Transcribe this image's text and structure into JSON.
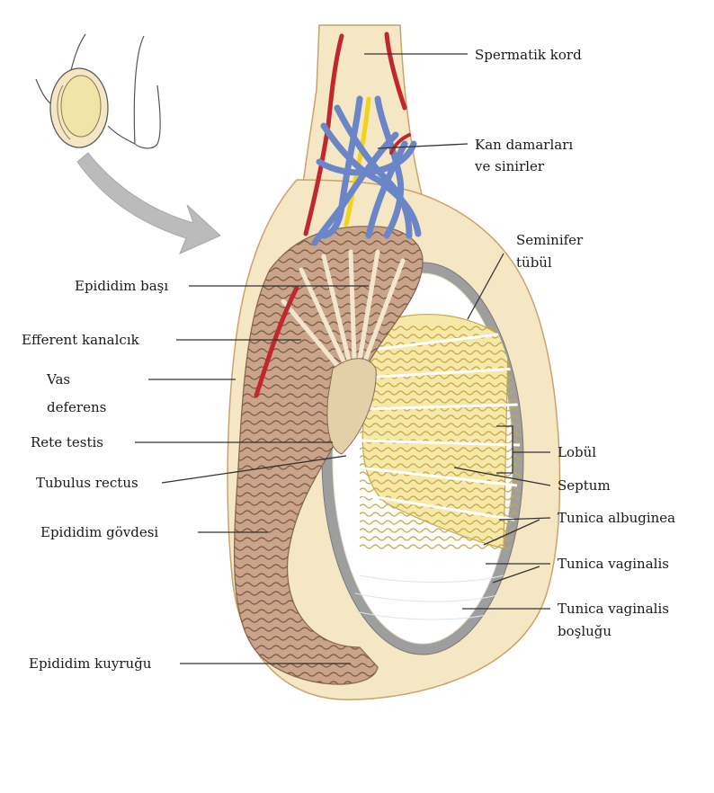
{
  "labels": {
    "spermatic_cord": "Spermatik kord",
    "vessels_1": "Kan damarları",
    "vessels_2": "ve sinirler",
    "seminiferous_1": "Seminifer",
    "seminiferous_2": "tübül",
    "epididymis_head": "Epididim başı",
    "efferent": "Efferent kanalcık",
    "vas_1": "Vas",
    "vas_2": "deferens",
    "rete": "Rete testis",
    "tubulus": "Tubulus rectus",
    "lobule": "Lobül",
    "septum": "Septum",
    "albuginea": "Tunica albuginea",
    "epididymis_body": "Epididim gövdesi",
    "vaginalis": "Tunica vaginalis",
    "cavity_1": "Tunica vaginalis",
    "cavity_2": "boşluğu",
    "epididymis_tail": "Epididim kuyruğu"
  },
  "colors": {
    "tunica_outer": "#f5e6c4",
    "outline": "#c8a46a",
    "epididymis": "#c9a48a",
    "tubule_yellow": "#f6e8a6",
    "tubule_stroke": "#c9a84b",
    "albuginea_gray": "#9e9e9e",
    "artery_red": "#c0282d",
    "vein_blue": "#6a86c8",
    "nerve_yellow": "#f2d21a",
    "arrow_gray": "#bbbbbb"
  }
}
